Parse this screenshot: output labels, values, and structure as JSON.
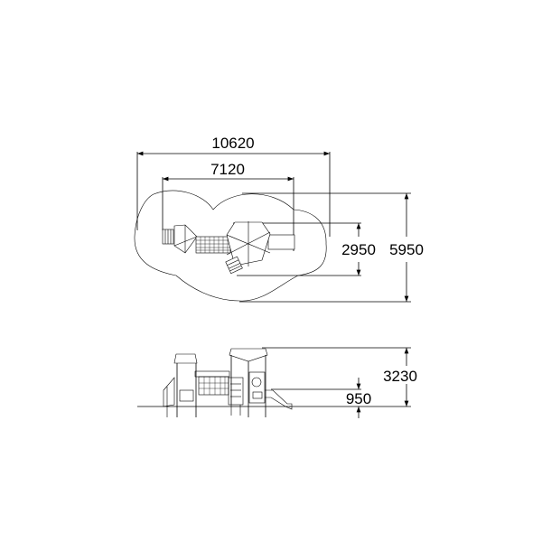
{
  "drawing": {
    "plan_view": {
      "overall_length": "10620",
      "equipment_length": "7120",
      "equipment_width": "2950",
      "overall_width": "5950"
    },
    "elevation_view": {
      "total_height": "3230",
      "platform_height": "950"
    },
    "colors": {
      "line": "#000000",
      "background": "#ffffff"
    }
  }
}
